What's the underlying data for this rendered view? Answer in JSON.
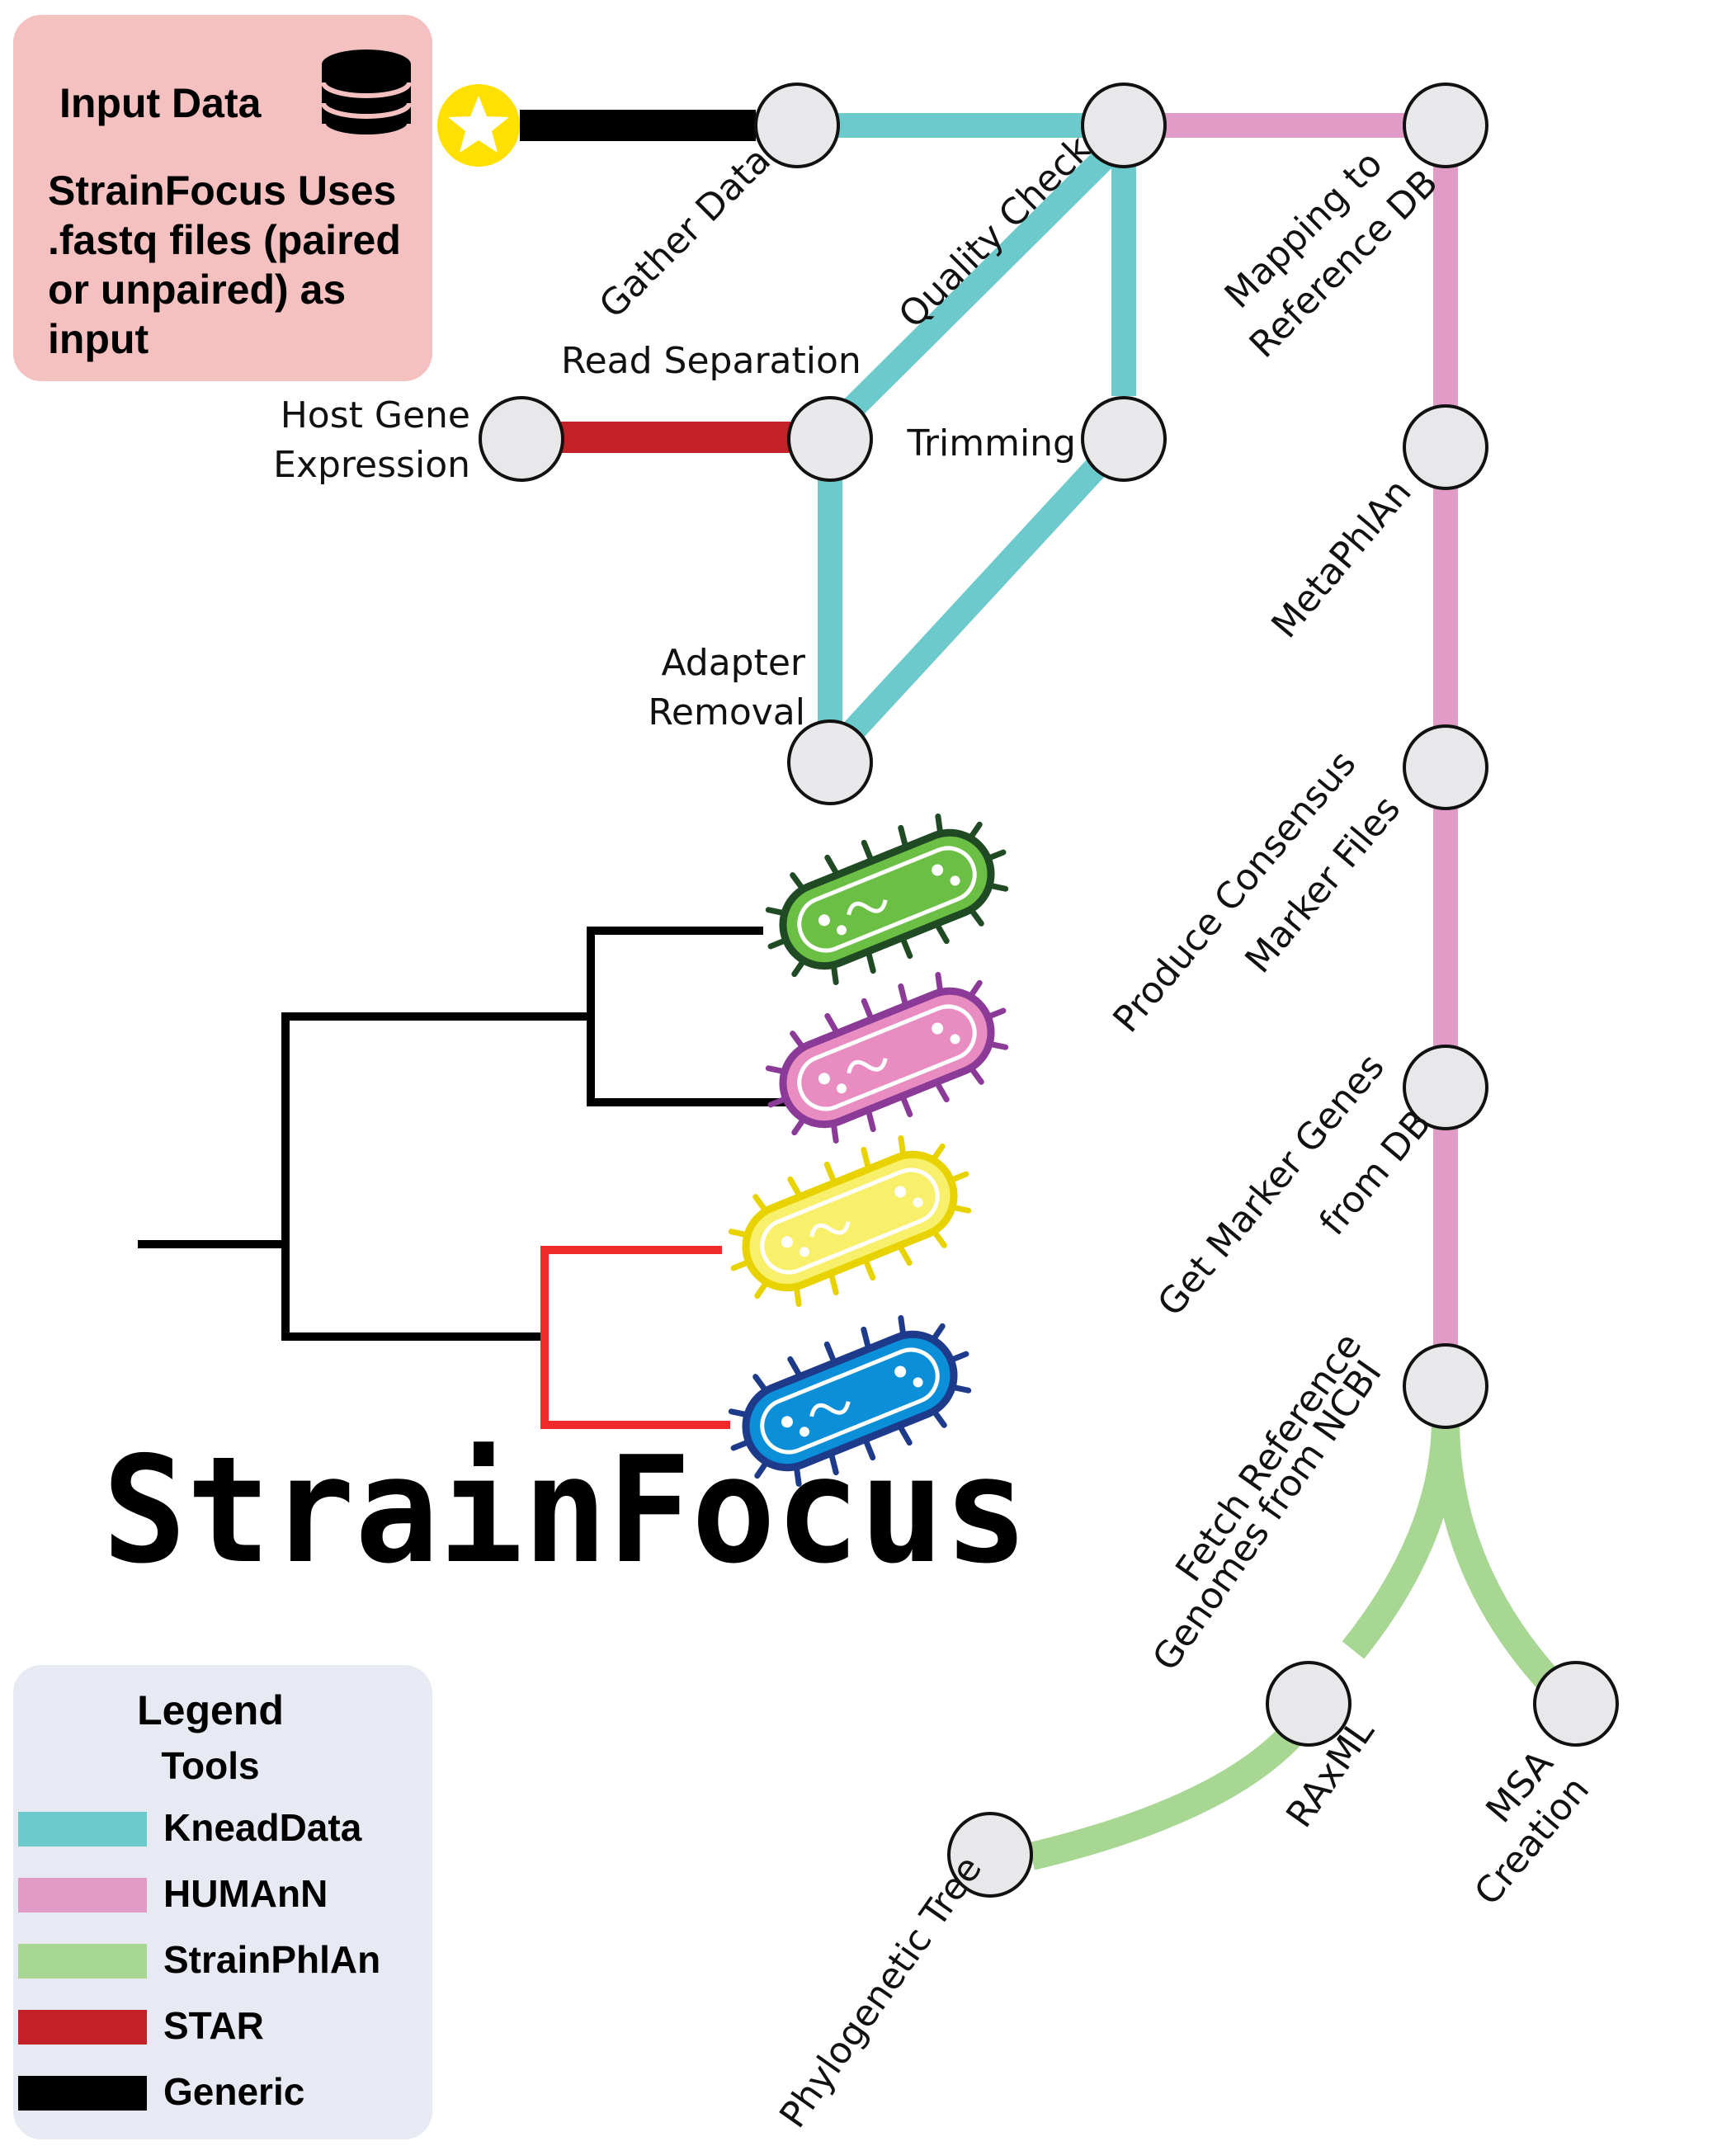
{
  "input_box": {
    "title": "Input Data",
    "icon": "database-icon",
    "lines": [
      "StrainFocus Uses",
      ".fastq files (paired",
      "or unpaired) as",
      "input"
    ]
  },
  "stations": {
    "gather_data": "Gather Data",
    "quality_check": "Quality Check",
    "mapping_line1": "Mapping to",
    "mapping_line2": "Reference DB",
    "read_separation": "Read Separation",
    "host_line1": "Host Gene",
    "host_line2": "Expression",
    "trimming": "Trimming",
    "metaphlan": "MetaPhlAn",
    "adapter_line1": "Adapter",
    "adapter_line2": "Removal",
    "consensus_line1": "Produce Consensus",
    "consensus_line2": "Marker Files",
    "marker_line1": "Get Marker Genes",
    "marker_line2": "from DB",
    "fetch_line1": "Fetch Reference",
    "fetch_line2": "Genomes from NCBI",
    "raxml": "RAxML",
    "msa_line1": "MSA",
    "msa_line2": "Creation",
    "phylo": "Phylogenetic Tree"
  },
  "logo": {
    "text": "StrainFocus"
  },
  "legend": {
    "title": "Legend",
    "subtitle": "Tools",
    "items": [
      {
        "name": "KneadData",
        "color": "#6cc9cc"
      },
      {
        "name": "HUMAnN",
        "color": "#e09bc6"
      },
      {
        "name": "StrainPhlAn",
        "color": "#a8d793"
      },
      {
        "name": "STAR",
        "color": "#c12127"
      },
      {
        "name": "Generic",
        "color": "#000000"
      }
    ]
  },
  "colors": {
    "kneaddata": "#6cc9cc",
    "humann": "#e09bc6",
    "strainphlan": "#a8d793",
    "star": "#c12127",
    "generic": "#000000",
    "start_marker": "#ffe000",
    "input_box_bg": "#f5c0c0",
    "legend_bg": "#e8eaf3",
    "tree_red": "#ee2a2a",
    "bacteria": [
      "#6bbf44",
      "#e88cc1",
      "#f8f06b",
      "#0a8fd8"
    ]
  }
}
